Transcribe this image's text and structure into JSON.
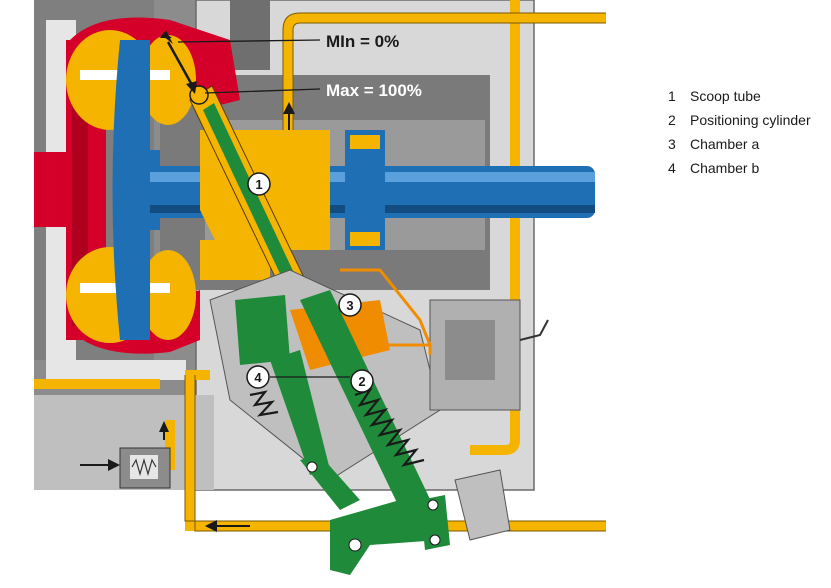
{
  "annotations": {
    "min_label": "MIn = 0%",
    "max_label": "Max = 100%"
  },
  "markers": [
    "1",
    "2",
    "3",
    "4"
  ],
  "legend": [
    {
      "num": "1",
      "text": "Scoop tube"
    },
    {
      "num": "2",
      "text": "Positioning cylinder"
    },
    {
      "num": "3",
      "text": "Chamber a"
    },
    {
      "num": "4",
      "text": "Chamber b"
    }
  ],
  "colors": {
    "housing_gray": "#8c8c8c",
    "light_gray": "#d8d8d8",
    "oil_yellow": "#f4b400",
    "shaft_blue": "#1f6fb5",
    "input_red": "#d4002a",
    "piston_green": "#1f8a3a",
    "chamber_orange": "#f08c00"
  }
}
